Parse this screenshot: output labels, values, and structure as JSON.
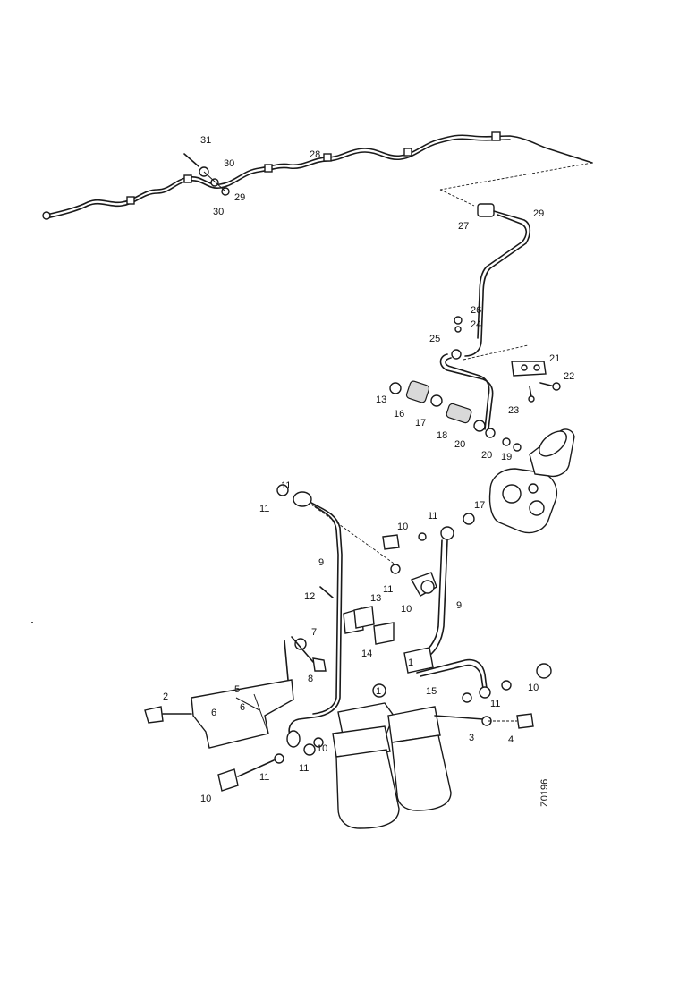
{
  "diagram": {
    "reference_code": "Z0196",
    "callouts": [
      "1",
      "2",
      "3",
      "4",
      "5",
      "6",
      "7",
      "8",
      "9",
      "10",
      "11",
      "12",
      "13",
      "14",
      "15",
      "16",
      "17",
      "18",
      "19",
      "20",
      "21",
      "22",
      "23",
      "24",
      "25",
      "26",
      "27",
      "28",
      "29",
      "30"
    ]
  }
}
